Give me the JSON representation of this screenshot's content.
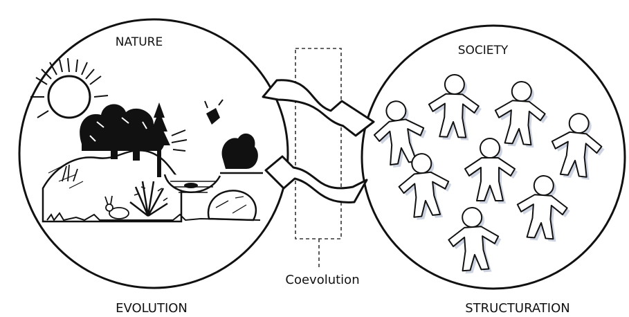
{
  "labels": {
    "nature": "NATURE",
    "society": "SOCIETY",
    "coevolution": "Coevolution",
    "evolution": "EVOLUTION",
    "structuration": "STRUCTURATION"
  },
  "figures": {
    "people_count": 8
  },
  "icons": [
    "sun-icon",
    "tree-icon",
    "bird-icon",
    "rabbit-icon",
    "bush-icon",
    "person-icon",
    "arrow-icon"
  ]
}
